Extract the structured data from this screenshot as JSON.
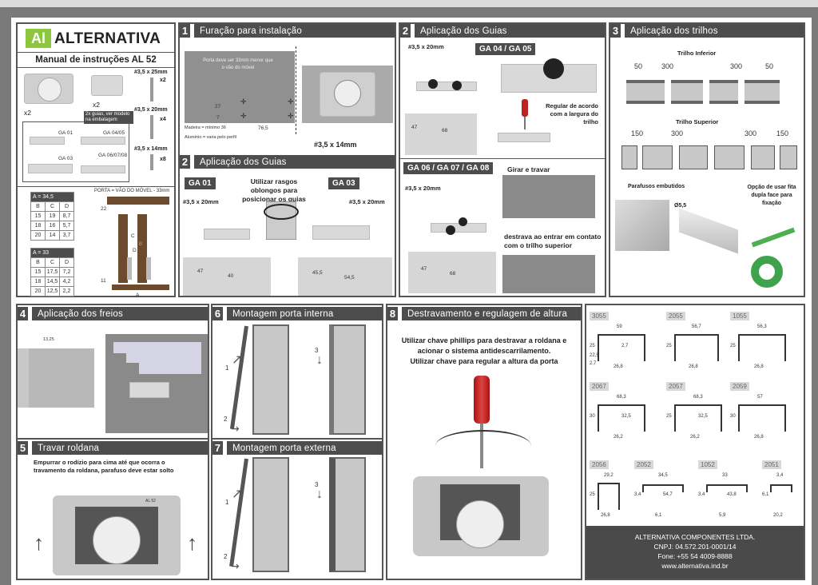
{
  "brand": {
    "logo_mark": "Al",
    "name": "ALTERNATIVA",
    "accent_color": "#8cc63f"
  },
  "manual_title": "Manual de instruções AL 52",
  "parts": {
    "roller_qty": "x2",
    "stop_qty": "x2",
    "guides_note": "2x guias, ver modelo na embalagem",
    "guides": [
      "GA 01",
      "GA 04/05",
      "GA 03",
      "GA 06/07/08"
    ],
    "screws": [
      {
        "spec": "#3,5 x 25mm",
        "qty": "x2"
      },
      {
        "spec": "#3,5 x 20mm",
        "qty": "x4"
      },
      {
        "spec": "#3,5 x 14mm",
        "qty": "x8"
      }
    ]
  },
  "dimension_tables": [
    {
      "title": "A = 34,5",
      "headers": [
        "B",
        "C",
        "D"
      ],
      "rows": [
        [
          "15",
          "19",
          "8,7"
        ],
        [
          "18",
          "16",
          "5,7"
        ],
        [
          "20",
          "14",
          "3,7"
        ]
      ]
    },
    {
      "title": "A = 33",
      "headers": [
        "B",
        "C",
        "D"
      ],
      "rows": [
        [
          "15",
          "17,5",
          "7,2"
        ],
        [
          "18",
          "14,5",
          "4,2"
        ],
        [
          "20",
          "12,5",
          "2,2"
        ]
      ]
    }
  ],
  "side_diagram": {
    "caption": "PORTA = VÃO DO MÓVEL - 33mm",
    "dim_top": "22",
    "dim_bottom": "11",
    "labels": [
      "C",
      "B",
      "D",
      "A"
    ]
  },
  "sections": {
    "s1": {
      "num": "1",
      "title": "Furação para instalação",
      "door_note": "Porta deve ser 33mm menor que o vão do móvel",
      "dim_vertical": "27",
      "dim_small": "7",
      "dim_horizontal": "76,5",
      "note_wood": "Madeira = mínimo 36",
      "note_alu": "Alumínio = varia pelo perfil",
      "screw": "#3,5 x 14mm"
    },
    "s2a": {
      "num": "2",
      "title": "Aplicação dos Guias",
      "ga01": "GA 01",
      "ga01_screw": "#3,5 x 20mm",
      "ga01_dims": [
        "47",
        "40"
      ],
      "oblong_note": "Utilizar rasgos oblongos para posicionar os guias",
      "ga03": "GA 03",
      "ga03_screw": "#3,5 x 20mm",
      "ga03_dims": [
        "45,5",
        "54,5"
      ]
    },
    "s2b": {
      "num": "2",
      "title": "Aplicação dos Guias",
      "screw": "#3,5 x 20mm",
      "tag": "GA 04 / GA 05",
      "dims": [
        "47",
        "68"
      ],
      "adjust_note": "Regular de acordo com a largura do trilho"
    },
    "s2c": {
      "tag": "GA 06 / GA 07 / GA 08",
      "screw": "#3,5 x 20mm",
      "dims": [
        "47",
        "68"
      ],
      "rotate_note": "Girar e travar",
      "unlock_note": "destrava ao entrar em contato com o trilho superior"
    },
    "s3": {
      "num": "3",
      "title": "Aplicação dos trilhos",
      "lower_rail": "Trilho Inferior",
      "lower_dims": [
        "50",
        "300",
        "300",
        "50"
      ],
      "upper_rail": "Trilho Superior",
      "upper_dims": [
        "150",
        "300",
        "300",
        "150"
      ],
      "screws_note": "Parafusos embutidos",
      "drill": "Ø5,5",
      "tape_note": "Opção de usar fita dupla face para fixação"
    },
    "s4": {
      "num": "4",
      "title": "Aplicação dos freios",
      "dim": "13,25"
    },
    "s5": {
      "num": "5",
      "title": "Travar roldana",
      "text": "Empurrar o rodízio para cima até que ocorra o travamento da roldana, parafuso deve estar solto",
      "model": "AL 52"
    },
    "s6": {
      "num": "6",
      "title": "Montagem porta interna",
      "steps": [
        "1",
        "2",
        "3"
      ]
    },
    "s7": {
      "num": "7",
      "title": "Montagem porta externa",
      "steps": [
        "1",
        "2",
        "3"
      ]
    },
    "s8": {
      "num": "8",
      "title": "Destravamento e regulagem de altura",
      "text_lines": [
        "Utilizar chave phillips para destravar a roldana e",
        "acionar o sistema antidescarrilamento.",
        "Utilizar chave para regular a altura da porta"
      ]
    }
  },
  "profiles": [
    {
      "code": "3055",
      "dims": [
        "59",
        "25",
        "26,8",
        "2,7",
        "22,5",
        "2,7"
      ]
    },
    {
      "code": "2055",
      "dims": [
        "56,7",
        "25",
        "26,8"
      ]
    },
    {
      "code": "1055",
      "dims": [
        "56,3",
        "25",
        "26,8"
      ]
    },
    {
      "code": "2067",
      "dims": [
        "68,3",
        "30",
        "26,2",
        "32,5"
      ]
    },
    {
      "code": "2057",
      "dims": [
        "68,3",
        "25",
        "26,2",
        "32,5"
      ]
    },
    {
      "code": "2059",
      "dims": [
        "57",
        "30",
        "26,8"
      ]
    },
    {
      "code": "2056",
      "dims": [
        "29,2",
        "25",
        "26,8"
      ]
    },
    {
      "code": "2052",
      "dims": [
        "34,5",
        "3,4",
        "6,1",
        "54,7"
      ]
    },
    {
      "code": "1052",
      "dims": [
        "33",
        "3,4",
        "5,9",
        "43,8"
      ]
    },
    {
      "code": "2051",
      "dims": [
        "3,4",
        "6,1",
        "20,2"
      ]
    }
  ],
  "company": {
    "name": "ALTERNATIVA COMPONENTES LTDA.",
    "cnpj": "CNPJ: 04.572.201-0001/14",
    "phone": "Fone: +55 54 4009-8888",
    "website": "www.alternativa.ind.br"
  }
}
